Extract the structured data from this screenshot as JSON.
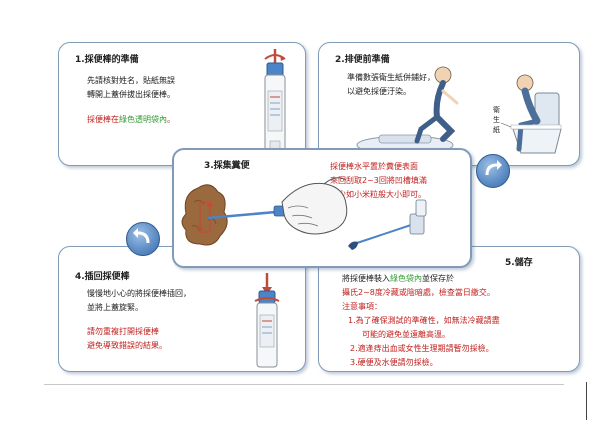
{
  "panel1": {
    "title": "1.採便棒的準備",
    "line1": "先請核對姓名，貼紙無誤",
    "line2": "轉開上蓋併拔出採便棒。",
    "note_part1": "採便棒在",
    "note_green": "綠色透明袋內",
    "note_part2": "。"
  },
  "panel2": {
    "title": "2.排便前準備",
    "line1": "準備數張衛生紙併鋪好，",
    "line2": "以避免採便汙染。",
    "tissue_label": "衛生紙"
  },
  "panel3": {
    "title": "3.採集糞便",
    "line1": "採便棒水平置於糞便表面",
    "line2": "來回刮取2~3回將凹槽填滿",
    "line3": "至少如小米粒般大小即可。"
  },
  "panel4": {
    "title": "4.插回採便棒",
    "line1": "慢慢地小心的將採便棒插回，",
    "line2": "並將上蓋旋緊。",
    "warn1": "請勿重複打開採便棒",
    "warn2": "避免導致錯誤的結果。"
  },
  "panel5": {
    "title": "5.儲存",
    "line1_part1": "將採便棒裝入",
    "line1_green": "綠色袋內",
    "line1_part2": "並保存於",
    "line2": "攝氏2~8度冷藏或陰暗處，檢查當日繳交。",
    "line3": "注意事項：",
    "item1a": "1.為了確保測試的準確性，如無法冷藏請盡",
    "item1b": "可能的避免並遠離高溫。",
    "item2": "2.適逢痔出血或女性生理期請暫勿採檢。",
    "item3": "3.硬便及水便請勿採檢。"
  },
  "colors": {
    "panel_border": "#7f9bb8",
    "red_text": "#c0201e",
    "green_text": "#2f9a2f",
    "arrow_button": "#5f8fc6"
  }
}
